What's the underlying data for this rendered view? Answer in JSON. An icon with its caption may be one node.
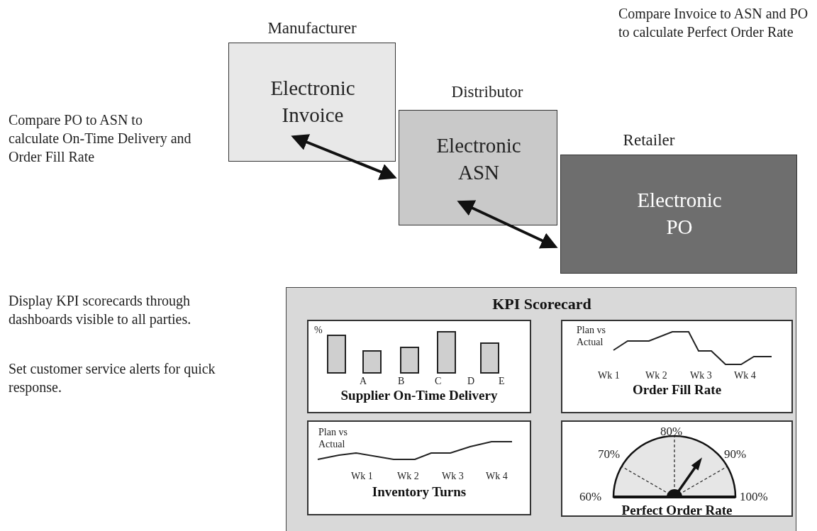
{
  "diagram": {
    "nodes": [
      {
        "text": [
          "Manufacturer",
          "Electronic Invoice"
        ]
      },
      {
        "text": [
          "Distributor",
          "Electronic ASN"
        ]
      },
      {
        "text": [
          "Retailer",
          "Electronic PO"
        ]
      },
      {
        "text": [
          "KPI Scorecard"
        ]
      },
      {
        "text": [
          "%",
          "A",
          "B",
          "C",
          "D",
          "E",
          "Supplier On-Time Delivery"
        ],
        "in": 3
      },
      {
        "text": [
          "Plan vs Actual",
          "Wk 1",
          "Wk 2",
          "Wk 3",
          "Wk 4",
          "Order Fill Rate"
        ],
        "in": 3
      },
      {
        "text": [
          "Plan vs Actual",
          "Wk 1",
          "Wk 2",
          "Wk 3",
          "Wk 4",
          "Inventory Turns"
        ],
        "in": 3
      },
      {
        "text": [
          "80%",
          "70%",
          "90%",
          "60%",
          "100%",
          "Perfect Order Rate"
        ],
        "in": 3
      }
    ],
    "edges": [
      {
        "from": 0,
        "to": 1,
        "arrow": "both"
      },
      {
        "from": 1,
        "to": 2,
        "arrow": "both"
      }
    ],
    "labels": [
      "Compare Invoice to ASN and PO to calculate Perfect Order Rate",
      "Compare PO to ASN to calculate On-Time Delivery and Order Fill Rate",
      "Display KPI scorecards through dashboards visible to all parties.",
      "Set customer service alerts for quick response."
    ]
  }
}
